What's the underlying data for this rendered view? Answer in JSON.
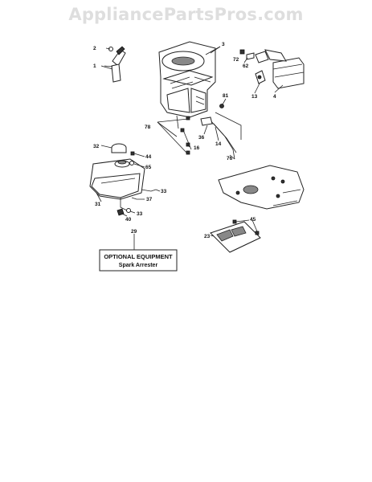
{
  "watermark": "AppliancePartsPros.com",
  "callouts": {
    "c2": "2",
    "c1": "1",
    "c3": "3",
    "c72": "72",
    "c62": "62",
    "c13": "13",
    "c4": "4",
    "c81": "81",
    "c78": "78",
    "c36": "36",
    "c14": "14",
    "c16": "16",
    "c76": "76",
    "c32": "32",
    "c44": "44",
    "c65": "65",
    "c33a": "33",
    "c37": "37",
    "c31": "31",
    "c33b": "33",
    "c40": "40",
    "c29": "29",
    "c23": "23",
    "c45": "45"
  },
  "optional_box": {
    "title": "OPTIONAL EQUIPMENT",
    "subtitle": "Spark Arrester"
  }
}
